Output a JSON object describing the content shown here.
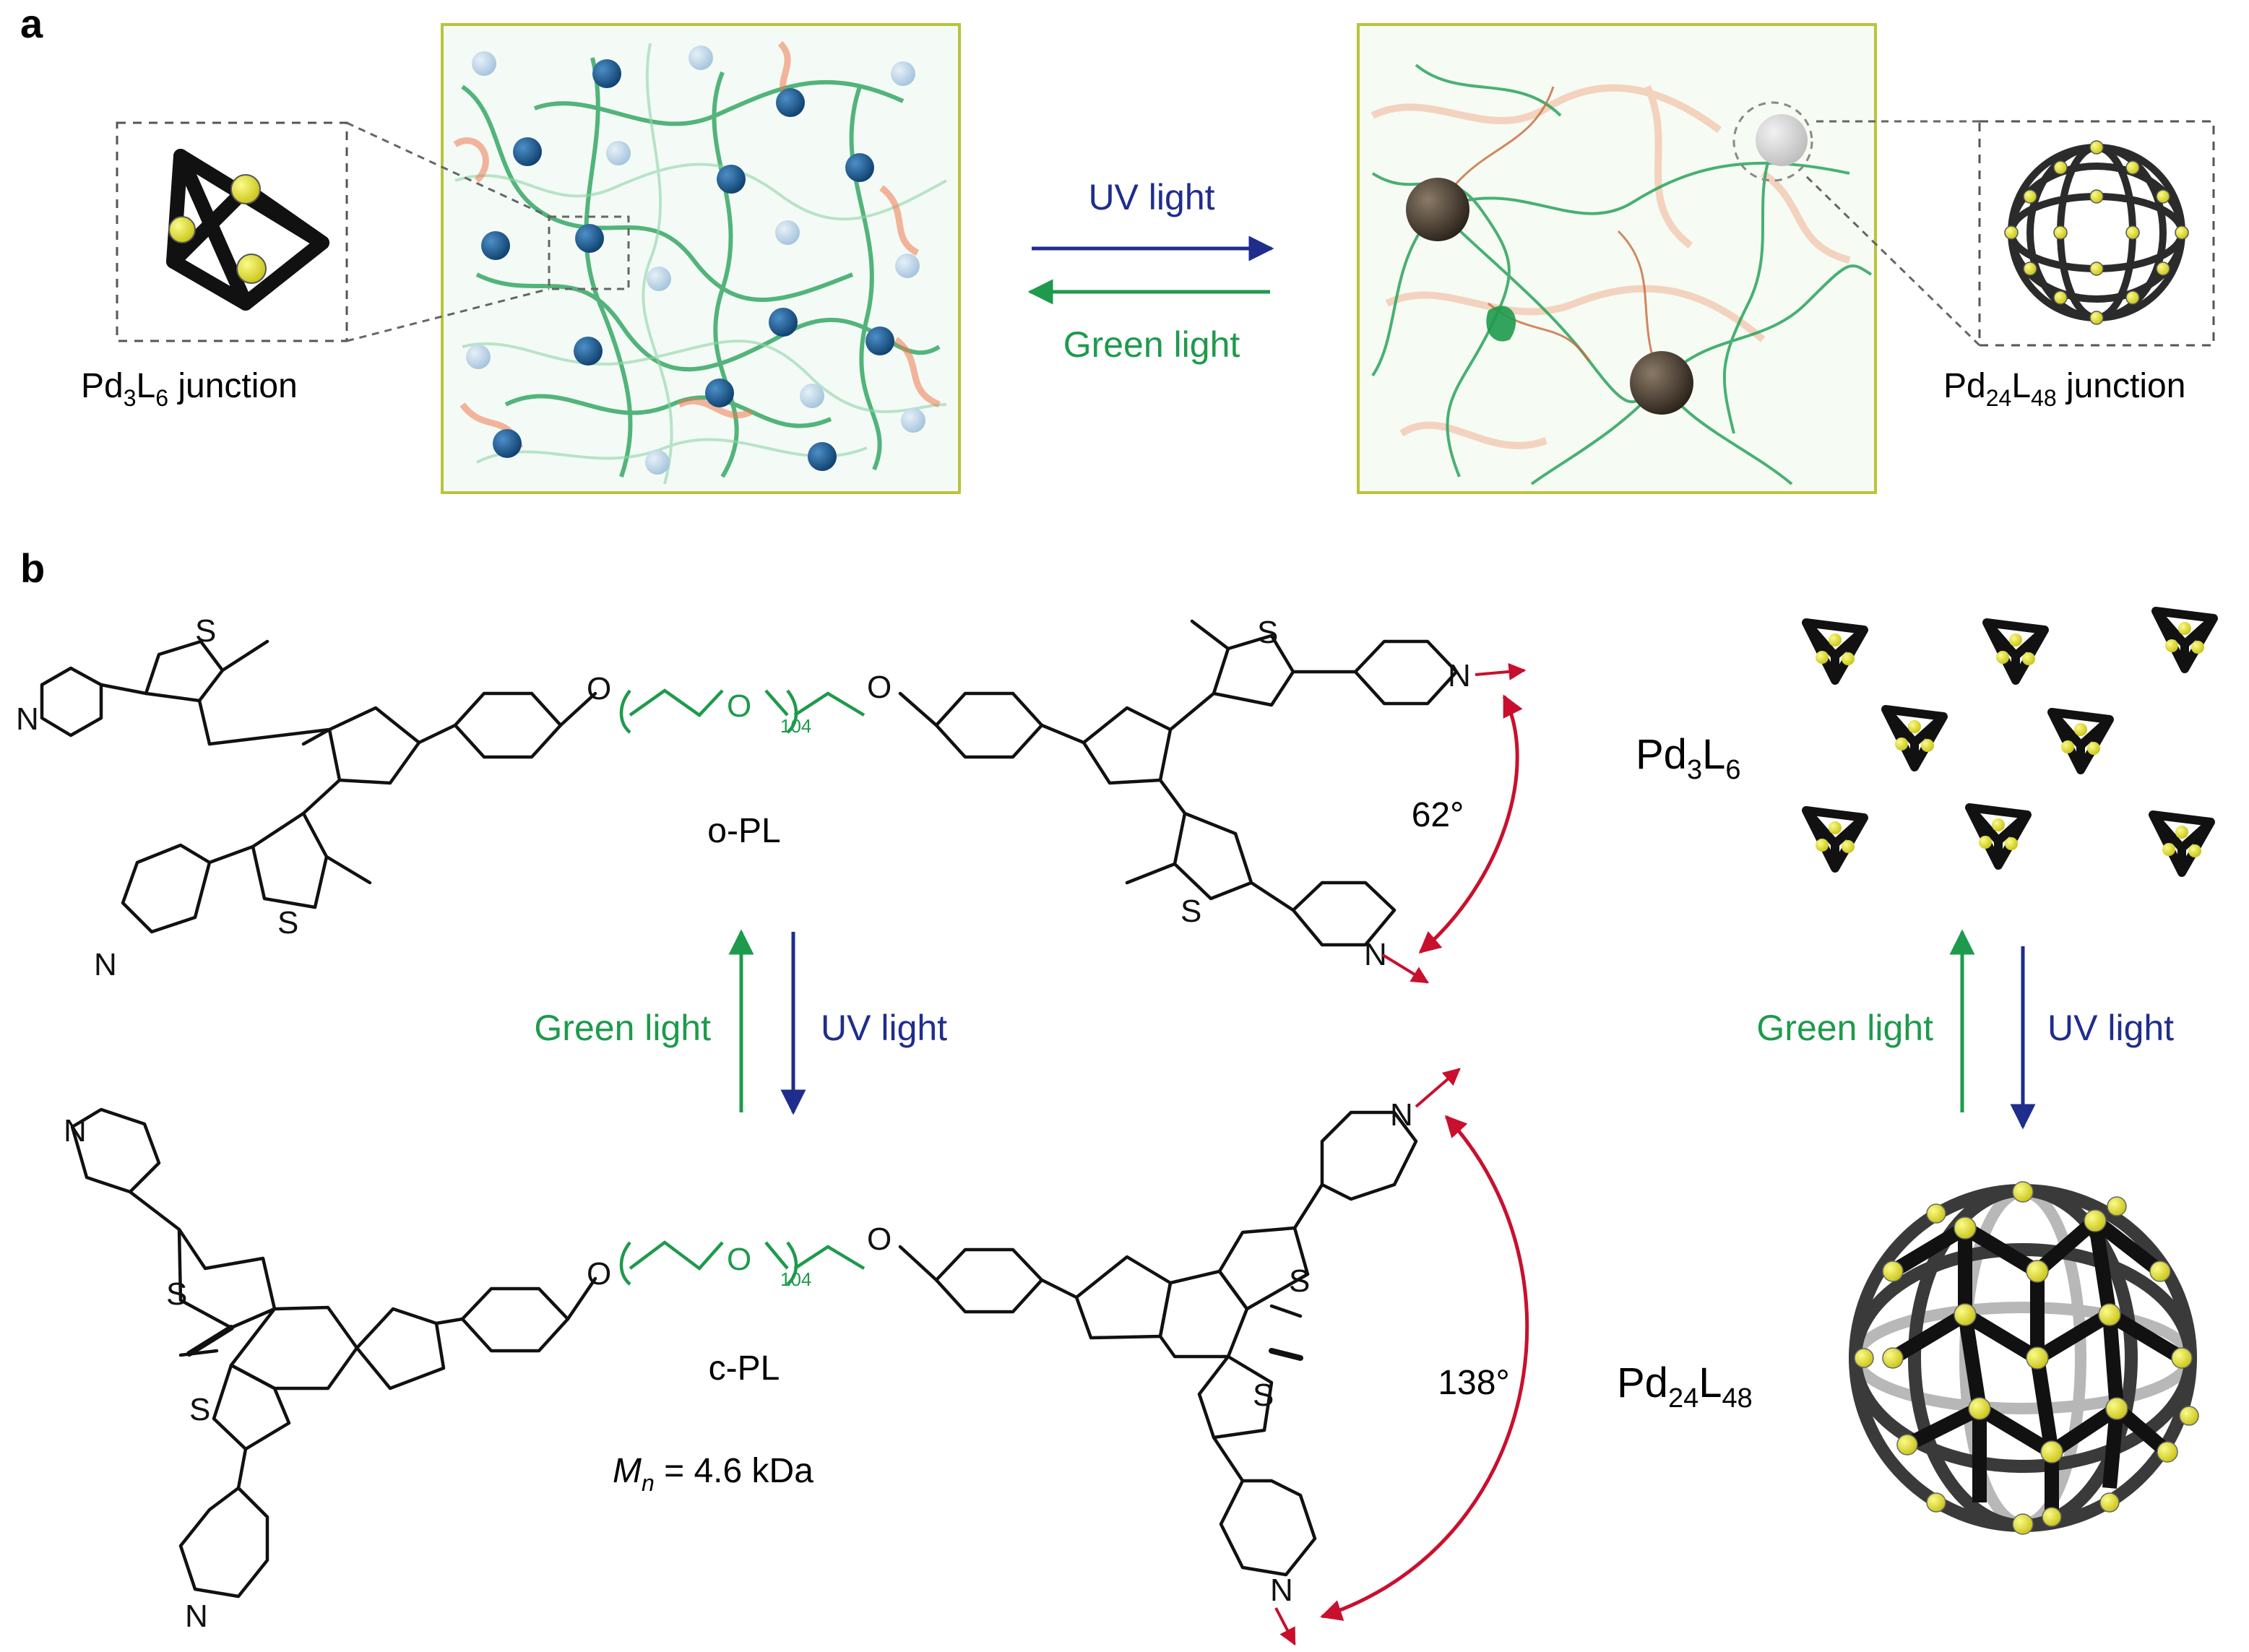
{
  "panel_a": {
    "letter": "a",
    "left_junction": {
      "prefix": "Pd",
      "sub1": "3",
      "mid": "L",
      "sub2": "6",
      "suffix": " junction"
    },
    "right_junction": {
      "prefix": "Pd",
      "sub1": "24",
      "mid": "L",
      "sub2": "48",
      "suffix": " junction"
    },
    "arrow_top_label": "UV light",
    "arrow_bottom_label": "Green light"
  },
  "panel_b": {
    "letter": "b",
    "molecule_top": "o-PL",
    "molecule_bottom": "c-PL",
    "repeat_index": "104",
    "mn_label": {
      "symbol": "M",
      "sub": "n",
      "value": " = 4.6 kDa"
    },
    "angle_top": "62°",
    "angle_bottom": "138°",
    "left_arrows": {
      "up": "Green light",
      "down": "UV light"
    },
    "right_arrows": {
      "up": "Green light",
      "down": "UV light"
    },
    "cage_small": {
      "prefix": "Pd",
      "sub1": "3",
      "mid": "L",
      "sub2": "6"
    },
    "cage_large": {
      "prefix": "Pd",
      "sub1": "24",
      "mid": "L",
      "sub2": "48"
    },
    "atoms": {
      "N": "N",
      "S": "S",
      "O": "O"
    }
  },
  "colors": {
    "uv": "#1f2d8c",
    "green": "#1e9a4c",
    "red": "#c8102e",
    "panel_border": "#b9c43a",
    "node_blue": "#1b5a92",
    "node_light": "#b9d3e6",
    "pd_yellow": "#e6e21e"
  }
}
